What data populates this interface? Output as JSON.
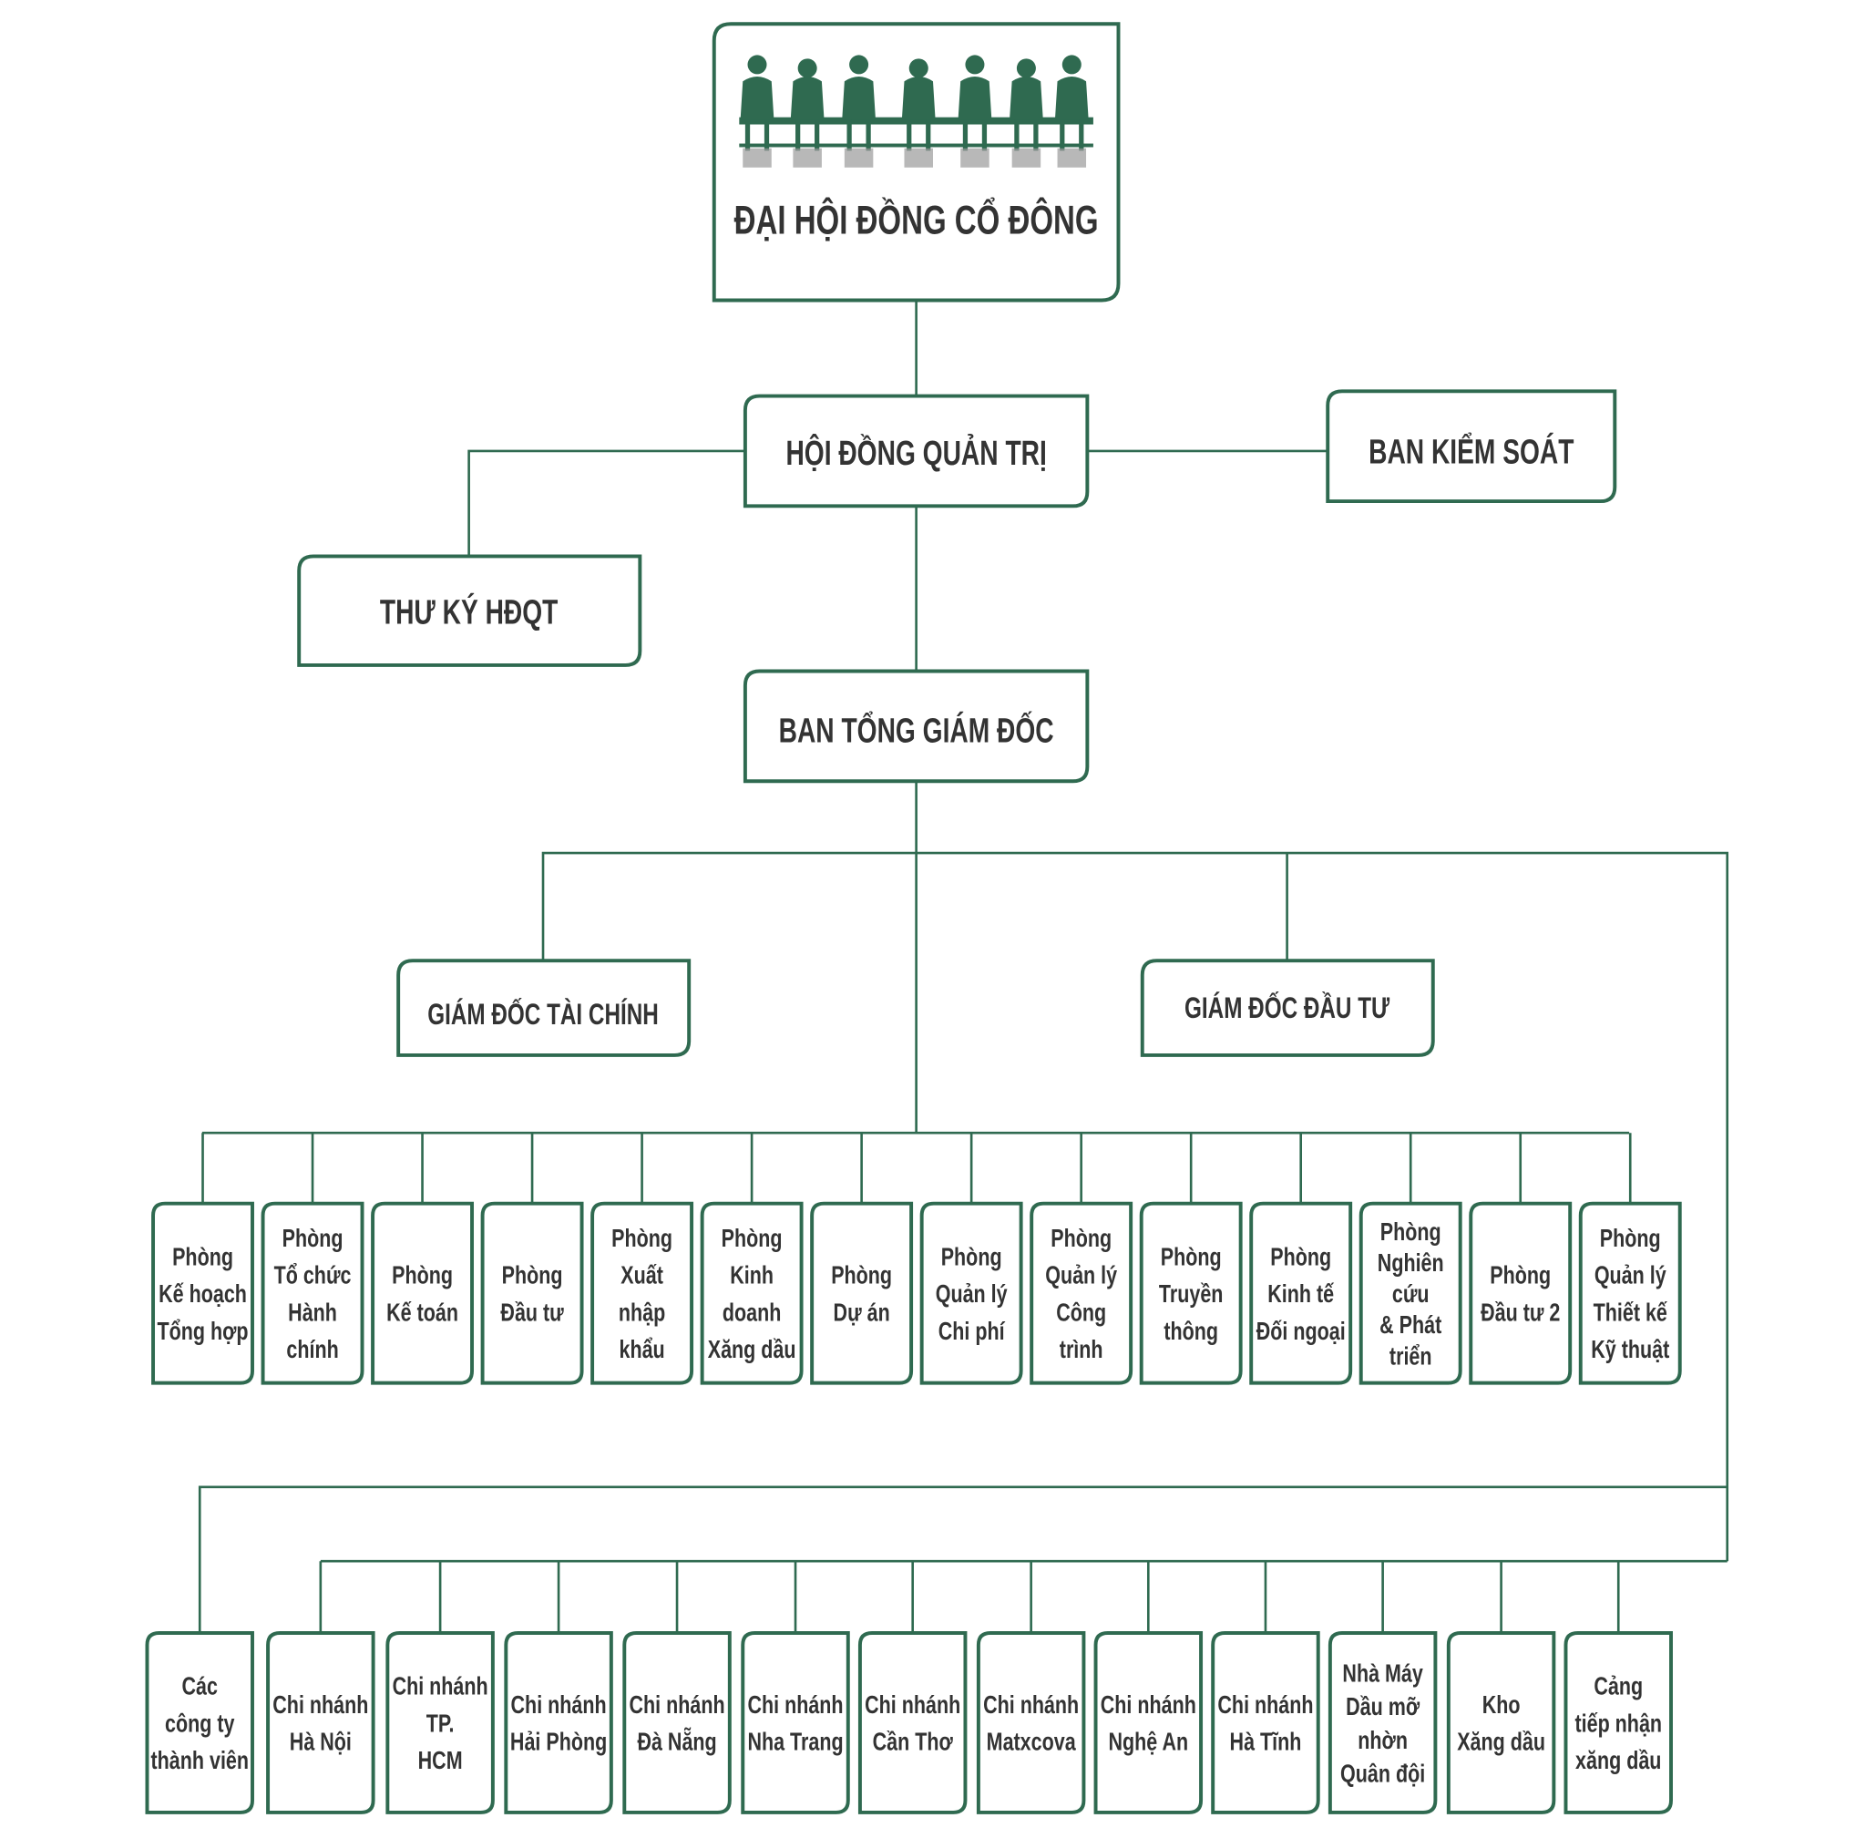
{
  "colors": {
    "line": "#2f6a50",
    "text": "#333333",
    "pictogram": "#2f6a50",
    "reflection": "#9a9a9a"
  },
  "top": {
    "title": "ĐẠI HỘI ĐỒNG CỔ ĐÔNG",
    "pictogram_icon": "meeting-people-icon"
  },
  "board": "HỘI ĐỒNG QUẢN TRỊ",
  "supervisory": "BAN KIỂM SOÁT",
  "secretary": "THƯ KÝ HĐQT",
  "executive": "BAN TỔNG GIÁM ĐỐC",
  "cfo": "GIÁM ĐỐC TÀI CHÍNH",
  "cio": "GIÁM ĐỐC ĐẦU TƯ",
  "departments": [
    [
      "Phòng",
      "Kế hoạch",
      "Tổng hợp"
    ],
    [
      "Phòng",
      "Tổ chức",
      "Hành",
      "chính"
    ],
    [
      "Phòng",
      "Kế toán"
    ],
    [
      "Phòng",
      "Đầu tư"
    ],
    [
      "Phòng",
      "Xuất",
      "nhập",
      "khẩu"
    ],
    [
      "Phòng",
      "Kinh",
      "doanh",
      "Xăng dầu"
    ],
    [
      "Phòng",
      "Dự án"
    ],
    [
      "Phòng",
      "Quản lý",
      "Chi phí"
    ],
    [
      "Phòng",
      "Quản lý",
      "Công",
      "trình"
    ],
    [
      "Phòng",
      "Truyền",
      "thông"
    ],
    [
      "Phòng",
      "Kinh tế",
      "Đối ngoại"
    ],
    [
      "Phòng",
      "Nghiên",
      "cứu",
      "& Phát",
      "triển"
    ],
    [
      "Phòng",
      "Đầu tư 2"
    ],
    [
      "Phòng",
      "Quản lý",
      "Thiết kế",
      "Kỹ thuật"
    ]
  ],
  "subsidiaries": [
    "Các",
    "công ty",
    "thành viên"
  ],
  "branches": [
    [
      "Chi nhánh",
      "Hà Nội"
    ],
    [
      "Chi nhánh",
      "TP.",
      "HCM"
    ],
    [
      "Chi nhánh",
      "Hải Phòng"
    ],
    [
      "Chi nhánh",
      "Đà Nẵng"
    ],
    [
      "Chi nhánh",
      "Nha Trang"
    ],
    [
      "Chi nhánh",
      "Cần Thơ"
    ],
    [
      "Chi nhánh",
      "Matxcova"
    ],
    [
      "Chi nhánh",
      "Nghệ An"
    ],
    [
      "Chi nhánh",
      "Hà Tĩnh"
    ],
    [
      "Nhà Máy",
      "Dầu mỡ",
      "nhờn",
      "Quân đội"
    ],
    [
      "Kho",
      "Xăng dầu"
    ],
    [
      "Cảng",
      "tiếp nhận",
      "xăng dầu"
    ]
  ]
}
